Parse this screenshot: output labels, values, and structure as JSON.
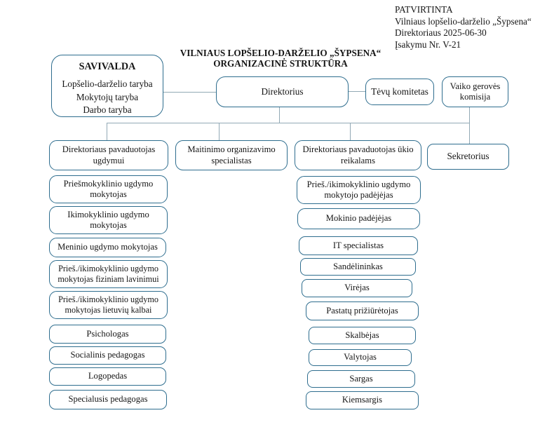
{
  "approval": {
    "lines": [
      "PATVIRTINTA",
      "Vilniaus lopšelio-darželio „Šypsena“",
      "Direktoriaus 2025-06-30",
      "Įsakymu Nr. V-21"
    ]
  },
  "title": {
    "line1": "VILNIAUS LOPŠELIO-DARŽELIO „ŠYPSENA“",
    "line2": "ORGANIZACINĖ STRUKTŪRA"
  },
  "savivalda": {
    "heading": "SAVIVALDA",
    "members": [
      "Lopšelio-darželio taryba",
      "Mokytojų taryba",
      "Darbo taryba"
    ]
  },
  "top_row": {
    "direktorius": "Direktorius",
    "tevu_komitetas": "Tėvų komitetas",
    "vaiko_geroves_komisija": "Vaiko gerovės komisija"
  },
  "management_row": {
    "pavaduotojas_ugdymui": "Direktoriaus pavaduotojas ugdymui",
    "maitinimo_specialistas": "Maitinimo organizavimo specialistas",
    "pavaduotojas_ukio": "Direktoriaus pavaduotojas ūkio reikalams",
    "sekretorius": "Sekretorius"
  },
  "staff": {
    "left": [
      "Priešmokyklinio ugdymo mokytojas",
      "Ikimokyklinio ugdymo mokytojas",
      "Meninio ugdymo mokytojas",
      "Prieš./ikimokyklinio ugdymo mokytojas fiziniam lavinimui",
      "Prieš./ikimokyklinio ugdymo mokytojas lietuvių kalbai",
      "Psichologas",
      "Socialinis pedagogas",
      "Logopedas",
      "Specialusis pedagogas"
    ],
    "right": [
      "Prieš./ikimokyklinio ugdymo mokytojo padėjėjas",
      "Mokinio padėjėjas",
      "IT specialistas",
      "Sandėlininkas",
      "Virėjas",
      "Pastatų prižiūrėtojas",
      "Skalbėjas",
      "Valytojas",
      "Sargas",
      "Kiemsargis"
    ]
  },
  "colors": {
    "box_border": "#2e6d8e",
    "connector_line": "#92a9b5",
    "text": "#151515",
    "background": "#ffffff"
  }
}
